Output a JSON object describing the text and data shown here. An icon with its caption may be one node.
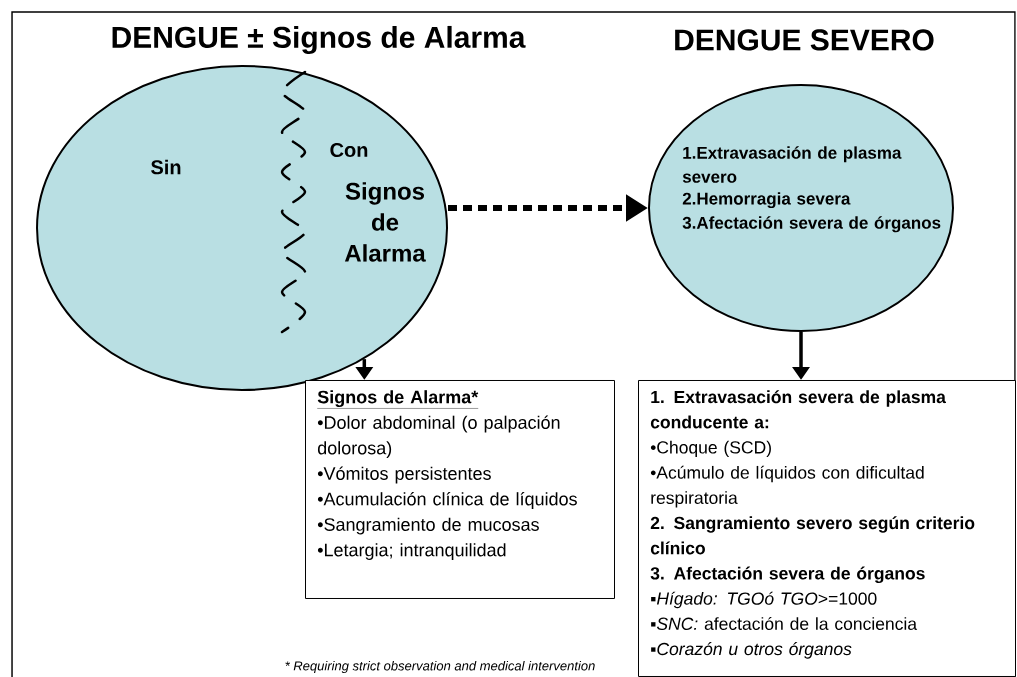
{
  "diagram": {
    "nodes": [
      {
        "text": [
          "Sin",
          "Con",
          "Signos de Alarma"
        ]
      },
      {
        "text": [
          "1.Extravasación de plasma severo",
          "2.Hemorragia severa",
          "3.Afectación severa de órganos"
        ]
      },
      {
        "text": [
          "Signos de Alarma*",
          "•Dolor abdominal (o palpación dolorosa)",
          "•Vómitos persistentes",
          "•Acumulación clínica de líquidos",
          "•Sangramiento de mucosas",
          "•Letargia; intranquilidad"
        ]
      },
      {
        "text": [
          "1. Extravasación severa de plasma conducente a:",
          "•Choque (SCD)",
          "•Acúmulo de líquidos con dificultad respiratoria",
          "2. Sangramiento severo según criterio clínico",
          "3. Afectación severa de órganos",
          "▪*Hígado: TGOó TGO*>=1000",
          "▪*SNC:* afectación de la conciencia",
          "▪*Corazón u otros órganos*"
        ]
      }
    ],
    "edges": [
      {
        "from": 0,
        "to": 1,
        "arrow": "to",
        "style": "dashed"
      },
      {
        "from": 0,
        "to": 2,
        "arrow": "to"
      },
      {
        "from": 1,
        "to": 3,
        "arrow": "to"
      }
    ],
    "labels": [
      "DENGUE ± Signos de Alarma",
      "DENGUE SEVERO",
      "* Requiring strict observation and medical intervention"
    ]
  }
}
